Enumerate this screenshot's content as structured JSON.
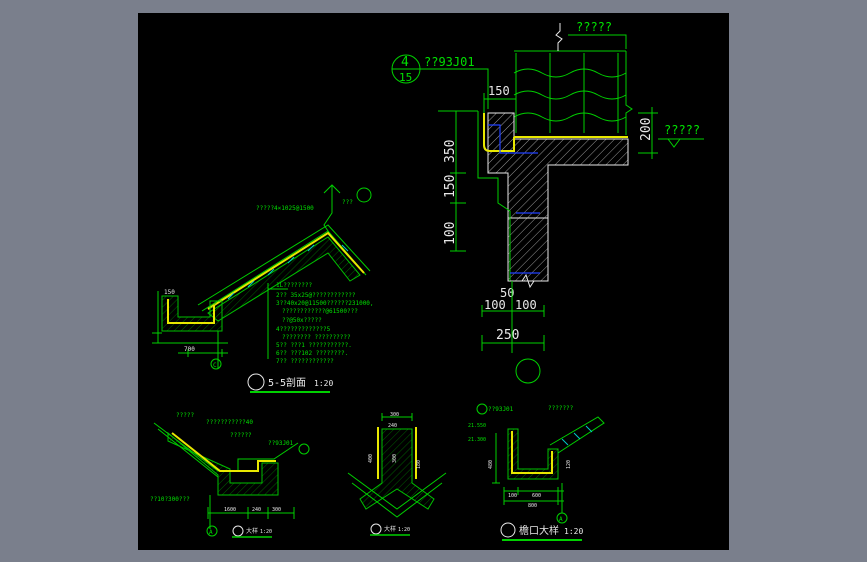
{
  "drawing": {
    "background": "#000000",
    "frame_color": "#7a7f8c",
    "line_color": "#00d000",
    "accent_color": "#e8e800",
    "hatch_color": "#e8e8e8"
  },
  "main_detail": {
    "top_note": "?????",
    "ref_top": "4",
    "ref_bottom": "15",
    "ref_code": "??93J01",
    "dim_150_top": "150",
    "dim_350": "350",
    "dim_150_mid": "150",
    "dim_100": "100",
    "dim_200": "200",
    "side_note": "?????",
    "dim_50": "50",
    "dim_100a": "100",
    "dim_100b": "100",
    "dim_250": "250"
  },
  "section_55": {
    "ridge_note": "?????4×1025@1500",
    "ridge_sub": "???",
    "notes": [
      "1L????????",
      "2?? 35x25@????????????",
      "3??40x20@11500??????231000,",
      "????????????@61500???",
      "??@50x?????",
      "4?????????????5",
      "???????? ??????????",
      "5?? ???1 ???????????.",
      "6?? ???102 ????????.",
      "7?? ????????????"
    ],
    "dim_150": "150",
    "dim_700": "700",
    "axis": "C",
    "title": "5-5剖面",
    "scale": "1:20"
  },
  "detail_a": {
    "note_top": "?????",
    "note_mid": "???????????40",
    "note_ridge": "??????",
    "ref_code": "??93J01",
    "note_bottom": "??10?300???",
    "dim_1": "1600",
    "dim_2": "240",
    "dim_3": "300",
    "axis": "A",
    "title": "大样",
    "scale": "1:20"
  },
  "detail_b": {
    "dim_top": "300",
    "dim_inner": "240",
    "dim_side1": "400",
    "dim_side2": "300",
    "dim_side3": "180",
    "title": "大样",
    "scale": "1:20"
  },
  "detail_c": {
    "ref_code": "??93J01",
    "right_note": "???????",
    "level_1": "21.550",
    "level_2": "21.300",
    "dim_480": "480",
    "dim_120": "120",
    "dim_100": "100",
    "dim_600": "600",
    "dim_800": "800",
    "axis": "A",
    "title": "檐口大样",
    "scale": "1:20"
  }
}
